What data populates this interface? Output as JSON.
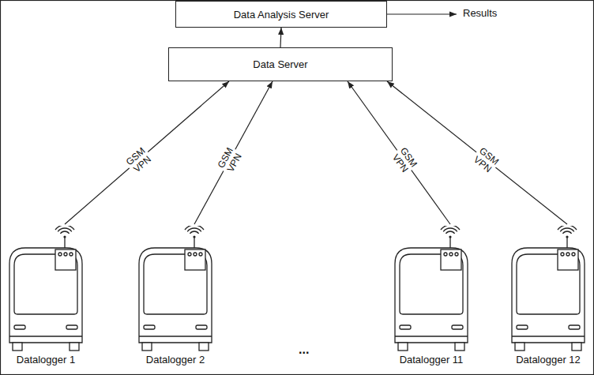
{
  "diagram": {
    "nodes": [
      {
        "text": [
          "Data Analysis Server"
        ]
      },
      {
        "text": [
          "Data Server"
        ]
      },
      {
        "text": [
          "Datalogger 1"
        ]
      },
      {
        "text": [
          "Datalogger 2"
        ]
      },
      {
        "text": [
          "Datalogger 11"
        ]
      },
      {
        "text": [
          "Datalogger 12"
        ]
      }
    ],
    "edges": [
      {
        "from": 1,
        "to": 0,
        "arrow": "to"
      },
      {
        "from": 2,
        "to": 1,
        "label": "GSM VPN",
        "arrow": "to"
      },
      {
        "from": 3,
        "to": 1,
        "label": "GSM VPN",
        "arrow": "to"
      },
      {
        "from": 4,
        "to": 1,
        "label": "GSM VPN",
        "arrow": "to"
      },
      {
        "from": 5,
        "to": 1,
        "label": "GSM VPN",
        "arrow": "to"
      }
    ],
    "labels": [
      "Results",
      "..."
    ]
  }
}
